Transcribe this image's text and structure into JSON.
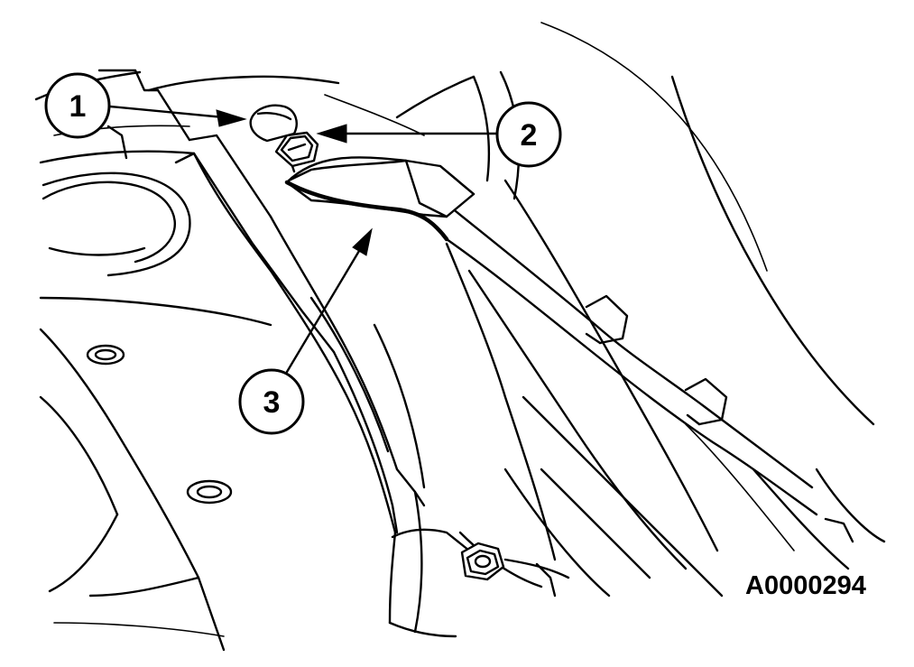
{
  "figure": {
    "id_label": "A0000294"
  },
  "callouts": [
    {
      "number": "1",
      "part": "cap"
    },
    {
      "number": "2",
      "part": "nut"
    },
    {
      "number": "3",
      "part": "wiper-arm"
    }
  ],
  "colors": {
    "line": "#000000",
    "background": "#ffffff"
  }
}
